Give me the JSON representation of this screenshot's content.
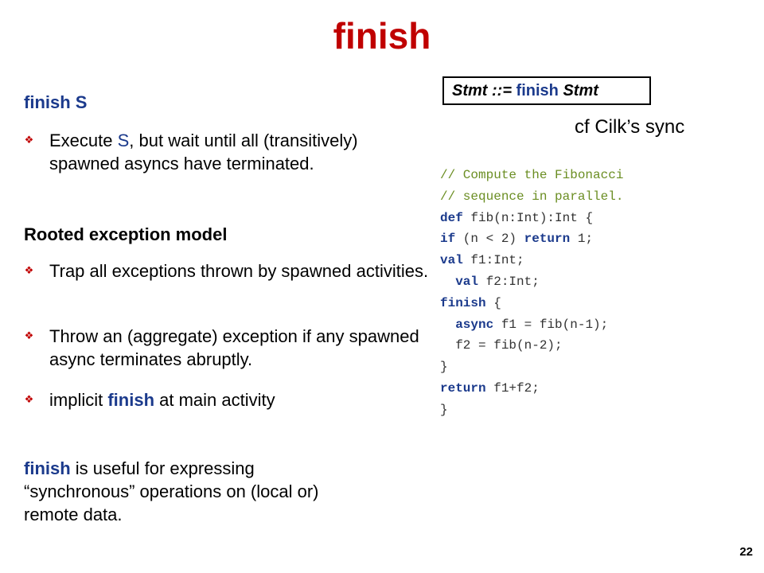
{
  "slide": {
    "title": "finish",
    "page_number": "22",
    "colors": {
      "title": "#c00000",
      "keyword": "#1b3a8c",
      "comment": "#6b8e23",
      "bullet": "#c00000"
    }
  },
  "left": {
    "heading1": {
      "kw": "finish",
      "rest": " S"
    },
    "bullet1": {
      "pre": "Execute ",
      "s": "S",
      "post": ", but wait until all (transitively) spawned asyncs have terminated."
    },
    "heading2": "Rooted exception model",
    "bullet2": "Trap all exceptions thrown by spawned activities.",
    "bullet3": "Throw an (aggregate) exception if any spawned async terminates abruptly.",
    "bullet4": {
      "pre": "implicit ",
      "kw": "finish",
      "post": " at main activity"
    },
    "closing": {
      "kw": "finish",
      "rest": " is useful for expressing “synchronous” operations on (local or) remote data."
    }
  },
  "right": {
    "grammar": {
      "lhs": "Stmt ::=",
      "kw": " finish ",
      "rhs": "Stmt"
    },
    "cilk_note": "cf Cilk’s sync",
    "code": [
      {
        "comment": "// Compute the Fibonacci"
      },
      {
        "comment": "// sequence in parallel."
      },
      {
        "kw": "def",
        "text": " fib(n:Int):Int {"
      },
      {
        "kw": "if",
        "text": " (n < 2) ",
        "kw2": "return",
        "text2": " 1;"
      },
      {
        "kw": "val",
        "text": " f1:Int;"
      },
      {
        "indent": "  ",
        "kw": "val",
        "text": " f2:Int;"
      },
      {
        "kw": "finish",
        "text": " {"
      },
      {
        "indent": "  ",
        "kw": "async",
        "text": " f1 = fib(n-1);"
      },
      {
        "indent": "  ",
        "text": "f2 = fib(n-2);"
      },
      {
        "text": "}"
      },
      {
        "kw": "return",
        "text": " f1+f2;"
      },
      {
        "text": "}"
      }
    ]
  }
}
